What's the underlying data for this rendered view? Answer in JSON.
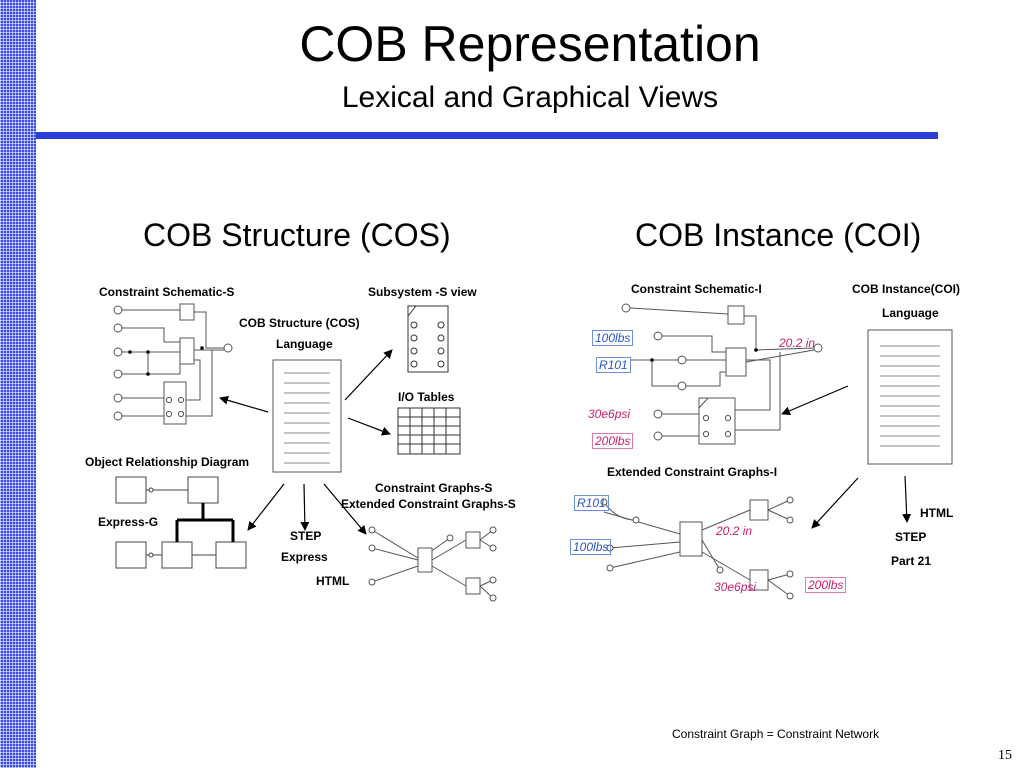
{
  "slide": {
    "title": "COB Representation",
    "subtitle": "Lexical and Graphical Views",
    "page_number": "15",
    "footer_note": "Constraint Graph = Constraint Network"
  },
  "left": {
    "heading": "COB Structure (COS)",
    "constraint_schematic": "Constraint Schematic-S",
    "subsystem_view": "Subsystem -S view",
    "language_title": "COB Structure (COS)",
    "language_sub": "Language",
    "io_tables": "I/O Tables",
    "object_relationship": "Object Relationship Diagram",
    "express_g": "Express-G",
    "step": "STEP",
    "express": "Express",
    "html": "HTML",
    "constraint_graphs": "Constraint Graphs-S",
    "extended_graphs": "Extended Constraint Graphs-S"
  },
  "right": {
    "heading": "COB Instance (COI)",
    "constraint_schematic": "Constraint Schematic-I",
    "instance_title": "COB Instance(COI)",
    "instance_language": "Language",
    "extended_graphs": "Extended Constraint Graphs-I",
    "html": "HTML",
    "step": "STEP",
    "part21": "Part 21",
    "schematic_values": {
      "v100": "100lbs",
      "r101": "R101",
      "v20": "20.2 in",
      "v30": "30e6psi",
      "v200": "200lbs"
    },
    "graph_values": {
      "r101": "R101",
      "v100": "100lbs",
      "v20": "20.2 in",
      "v30": "30e6psi",
      "v200": "200lbs"
    }
  }
}
